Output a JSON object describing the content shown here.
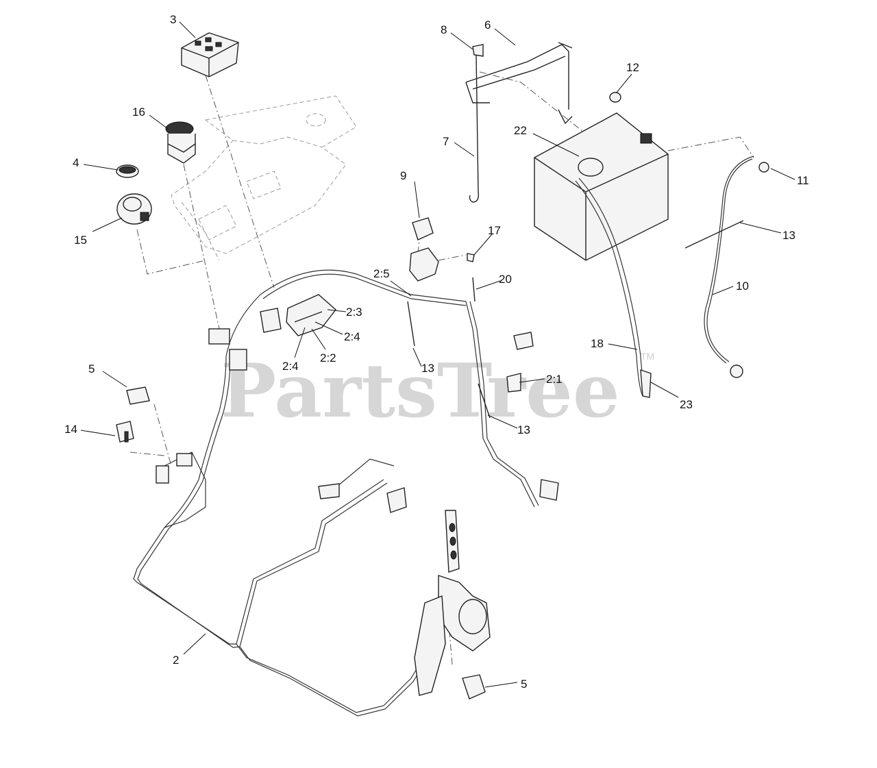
{
  "watermark": {
    "text": "PartsTree",
    "trademark": "TM"
  },
  "callouts": [
    {
      "id": "c3",
      "label": "3"
    },
    {
      "id": "c16",
      "label": "16"
    },
    {
      "id": "c4",
      "label": "4"
    },
    {
      "id": "c15",
      "label": "15"
    },
    {
      "id": "c8",
      "label": "8"
    },
    {
      "id": "c6",
      "label": "6"
    },
    {
      "id": "c7",
      "label": "7"
    },
    {
      "id": "c12",
      "label": "12"
    },
    {
      "id": "c22",
      "label": "22"
    },
    {
      "id": "c11",
      "label": "11"
    },
    {
      "id": "c13a",
      "label": "13"
    },
    {
      "id": "c9",
      "label": "9"
    },
    {
      "id": "c17",
      "label": "17"
    },
    {
      "id": "c25",
      "label": "2:5"
    },
    {
      "id": "c20",
      "label": "20"
    },
    {
      "id": "c23a",
      "label": "2:3"
    },
    {
      "id": "c24a",
      "label": "2:4"
    },
    {
      "id": "c24b",
      "label": "2:4"
    },
    {
      "id": "c22b",
      "label": "2:2"
    },
    {
      "id": "c13b",
      "label": "13"
    },
    {
      "id": "c10",
      "label": "10"
    },
    {
      "id": "c18",
      "label": "18"
    },
    {
      "id": "c21",
      "label": "2:1"
    },
    {
      "id": "c23",
      "label": "23"
    },
    {
      "id": "c13c",
      "label": "13"
    },
    {
      "id": "c5a",
      "label": "5"
    },
    {
      "id": "c14",
      "label": "14"
    },
    {
      "id": "c2",
      "label": "2"
    },
    {
      "id": "c5b",
      "label": "5"
    }
  ]
}
